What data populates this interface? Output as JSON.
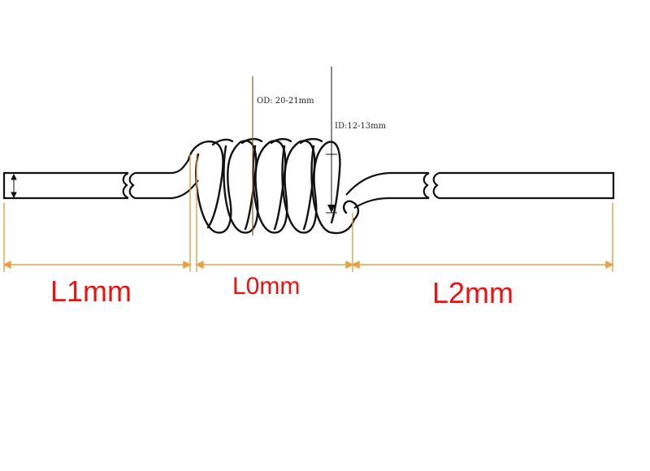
{
  "annotations": {
    "od": "OD: 20-21mm",
    "id": "ID:12-13mm"
  },
  "dimensions": {
    "l1": "L1mm",
    "l0": "L0mm",
    "l2": "L2mm"
  },
  "colors": {
    "dimension_line": "#e9a040",
    "label": "#ee1111",
    "wire": "#111111",
    "background": "#ffffff"
  }
}
